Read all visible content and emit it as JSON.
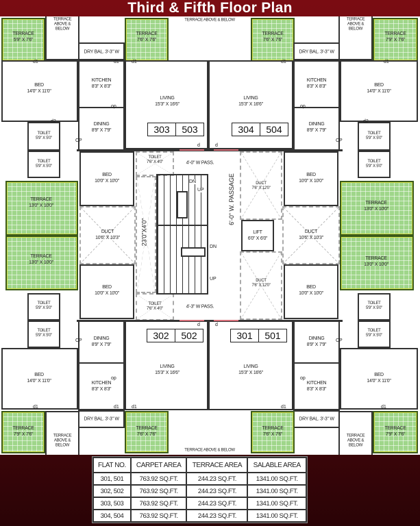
{
  "title": "Third & Fifth Floor Plan",
  "colors": {
    "background": "#6e0b12",
    "terrace": "#9fd68a",
    "walls": "#333333",
    "door_marks": "#d9707a"
  },
  "flats": [
    {
      "id": "303-503",
      "numbers": [
        "303",
        "503"
      ]
    },
    {
      "id": "304-504",
      "numbers": [
        "304",
        "504"
      ]
    },
    {
      "id": "302-502",
      "numbers": [
        "302",
        "502"
      ]
    },
    {
      "id": "301-501",
      "numbers": [
        "301",
        "501"
      ]
    }
  ],
  "rooms": {
    "terrace_above_below": "TERRACE ABOVE & BELOW",
    "terrace_tl": {
      "name": "TERRACE",
      "size": "5'9\" X 7'6\""
    },
    "terrace_tc_left": {
      "name": "TERRACE",
      "size": "7'6\" X 7'6\""
    },
    "terrace_tc_right": {
      "name": "TERRACE",
      "size": "7'6\" X 7'6\""
    },
    "terrace_tr": {
      "name": "TERRACE",
      "size": "7'9\" X 7'6\""
    },
    "terrace_bl": {
      "name": "TERRACE",
      "size": "7'9\" X 7'6\""
    },
    "terrace_bc_left": {
      "name": "TERRACE",
      "size": "7'6\" X 7'6\""
    },
    "terrace_bc_right": {
      "name": "TERRACE",
      "size": "7'6\" X 7'6\""
    },
    "terrace_br": {
      "name": "TERRACE",
      "size": "7'9\" X 7'6\""
    },
    "terrace_side": {
      "name": "TERRACE",
      "size": "13'0\" X 10'0\""
    },
    "dry_bal": "DRY BAL. 3'-3\" W",
    "bed_large": {
      "name": "BED",
      "size": "14'0\" X 11'0\""
    },
    "bed_small": {
      "name": "BED",
      "size": "10'0\" X 10'0\""
    },
    "kitchen": {
      "name": "KITCHEN",
      "size": "8'3\" X 8'3\""
    },
    "living": {
      "name": "LIVING",
      "size": "15'3\" X 16'6\""
    },
    "dining": {
      "name": "DINING",
      "size": "8'9\" X 7'9\""
    },
    "toilet": {
      "name": "TOILET",
      "size": "5'9\" X 5'0\""
    },
    "toilet_core": {
      "name": "TOILET",
      "size": "7'6\" X 4'0\""
    },
    "duct_main": {
      "name": "DUCT",
      "size": "10'6\" X 10'3\""
    },
    "duct_core": {
      "name": "DUCT",
      "size": "7'6\" X 12'0\""
    },
    "lift": {
      "name": "LIFT",
      "size": "6'0\" X 6'0\""
    },
    "pass_top": "4'-0\" W PASS.",
    "pass_bottom": "4'-3\" W PASS.",
    "passage": "6'-0\" W. PASSAGE",
    "stair_dim": "23'0\"X4'0\"",
    "dn": "DN",
    "up": "UP"
  },
  "marks": {
    "d": "d",
    "d1": "d1",
    "d2": "d2",
    "op": "op",
    "cp": "CP"
  },
  "area_table": {
    "headers": [
      "FLAT NO.",
      "CARPET AREA",
      "TERRACE AREA",
      "SALABLE AREA"
    ],
    "rows": [
      [
        "301, 501",
        "763.92  SQ.FT.",
        "244.23  SQ.FT.",
        "1341.00  SQ.FT."
      ],
      [
        "302, 502",
        "763.92  SQ.FT.",
        "244.23  SQ.FT.",
        "1341.00  SQ.FT."
      ],
      [
        "303, 503",
        "763.92  SQ.FT.",
        "244.23  SQ.FT.",
        "1341.00  SQ.FT."
      ],
      [
        "304, 504",
        "763.92  SQ.FT.",
        "244.23  SQ.FT.",
        "1341.00  SQ.FT."
      ]
    ]
  }
}
